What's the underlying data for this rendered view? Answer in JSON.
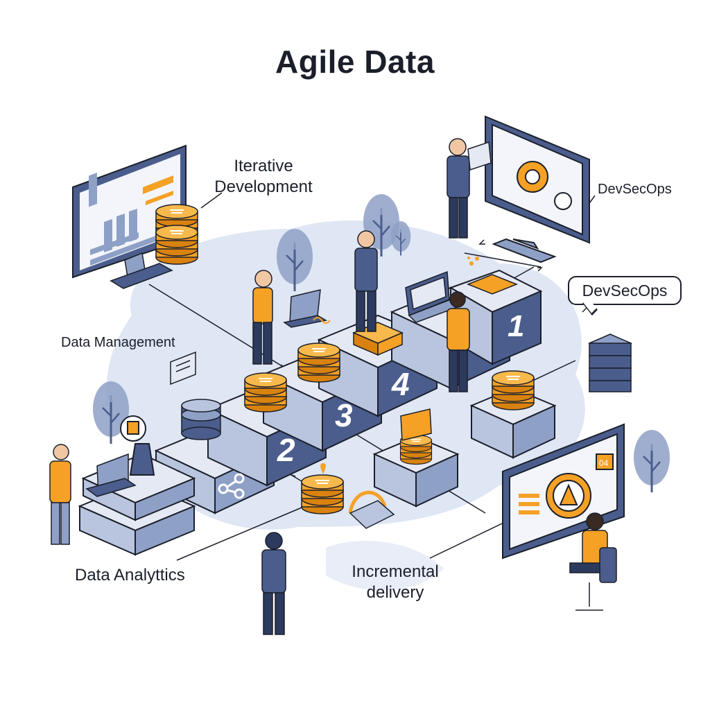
{
  "diagram": {
    "title": "Agile Data",
    "labels": {
      "iterative_development": [
        "Iterative",
        "Development"
      ],
      "devsecops_top": "DevSecOps",
      "devsecops_callout": "DevSecOps",
      "data_management": "Data Management",
      "data_analytics": "Data Analyttics",
      "incremental_delivery": [
        "Incremental",
        "delivery"
      ]
    },
    "steps": [
      "1",
      "2",
      "3",
      "4"
    ],
    "chart_widget_text": "04"
  },
  "colors": {
    "navy": "#4a5d8c",
    "navy_dark": "#2c3a5e",
    "block_top": "#e4e9f4",
    "block_side": "#b9c5de",
    "block_front": "#8ea0c6",
    "orange": "#f5a126",
    "orange_dark": "#d9820f",
    "blob": "#dfe6f4",
    "ink": "#1b1f2a"
  }
}
